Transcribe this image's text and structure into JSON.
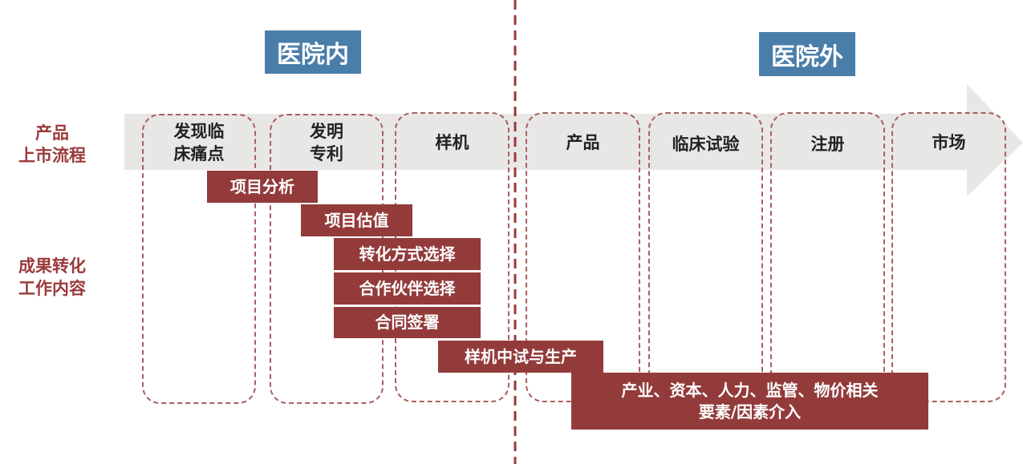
{
  "zones": {
    "inside": "医院内",
    "outside": "医院外"
  },
  "side_labels": {
    "process_l1": "产品",
    "process_l2": "上市流程",
    "work_l1": "成果转化",
    "work_l2": "工作内容"
  },
  "stages": [
    {
      "l1": "发现临",
      "l2": "床痛点"
    },
    {
      "l1": "发明",
      "l2": "专利"
    },
    {
      "l1": "样机",
      "l2": ""
    },
    {
      "l1": "产品",
      "l2": ""
    },
    {
      "l1": "临床试验",
      "l2": ""
    },
    {
      "l1": "注册",
      "l2": ""
    },
    {
      "l1": "市场",
      "l2": ""
    }
  ],
  "tasks": [
    "项目分析",
    "项目估值",
    "转化方式选择",
    "合作伙伴选择",
    "合同签署",
    "样机中试与生产"
  ],
  "factors": {
    "l1": "产业、资本、人力、监管、物价相关",
    "l2": "要素/因素介入"
  },
  "colors": {
    "zone": "#4a7eaa",
    "task": "#933b3b",
    "arrow": "#e9e6e6",
    "divider": "#9a3a3a"
  }
}
